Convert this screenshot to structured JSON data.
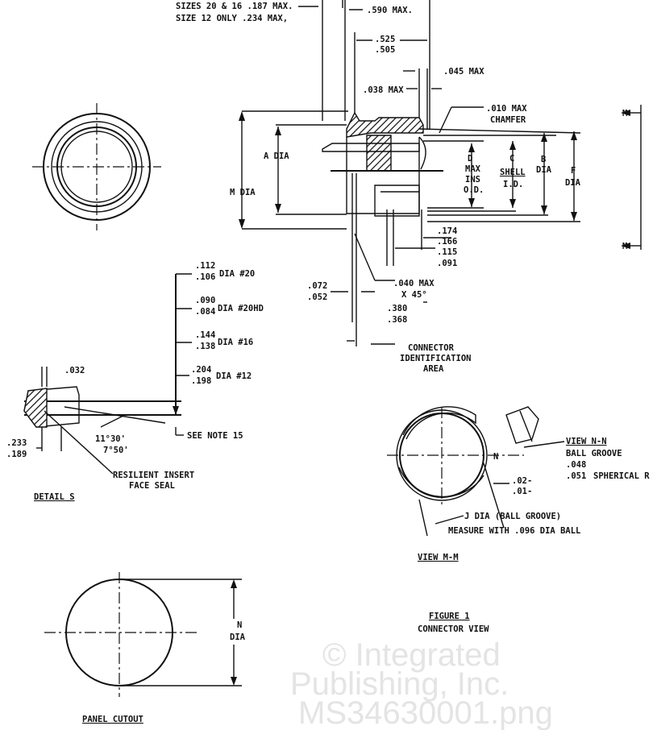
{
  "watermark": {
    "line1": "© Integrated",
    "line2": "Publishing, Inc.",
    "line3": "MS34630001.png"
  },
  "top_notes": {
    "sizes_20_16": "SIZES 20 & 16 .187 MAX.",
    "size_12": "SIZE 12 ONLY  .234 MAX,"
  },
  "dims": {
    "d590": ".590 MAX.",
    "d525": ".525",
    "d505": ".505",
    "d045": ".045 MAX",
    "d038": ".038 MAX",
    "chamfer1": ".010 MAX",
    "chamfer2": "CHAMFER",
    "a_dia": "A DIA",
    "m_dia": "M DIA",
    "d_label": "D",
    "d_max": "MAX",
    "d_ins": "INS",
    "d_od": "O.D.",
    "c_label": "C",
    "c_shell": "SHELL",
    "c_id": "I.D.",
    "b_label": "B",
    "b_dia": "DIA",
    "f_label": "F",
    "f_dia": "DIA",
    "m_top": "M",
    "m_bottom": "M",
    "d174": ".174",
    "d166": ".166",
    "d115": ".115",
    "d091": ".091",
    "d040": ".040 MAX",
    "x45": "X 45°",
    "d072": ".072",
    "d052": ".052",
    "d380": ".380",
    "d368": ".368",
    "conn1": "CONNECTOR",
    "conn2": "IDENTIFICATION",
    "conn3": "AREA"
  },
  "detail": {
    "d112": ".112",
    "d106": ".106",
    "dia20": "DIA #20",
    "d090": ".090",
    "d084": ".084",
    "dia20hd": "DIA #20HD",
    "d144": ".144",
    "d138": ".138",
    "dia16": "DIA #16",
    "d204": ".204",
    "d198": ".198",
    "dia12": "DIA #12",
    "d032": ".032",
    "d233": ".233",
    "d189": ".189",
    "ang1": "11°30'",
    "ang2": "7°50'",
    "note": "SEE NOTE 15",
    "seal1": "RESILIENT INSERT",
    "seal2": "FACE  SEAL",
    "title": "DETAIL S"
  },
  "view_mm": {
    "view_nn": "VIEW N-N",
    "groove": "BALL GROOVE",
    "d048": ".048",
    "d051": ".051",
    "spherical": "SPHERICAL R",
    "d02": ".02-",
    "d01": ".01-",
    "n_label": "N",
    "j_dia": "J DIA (BALL GROOVE)",
    "measure": "MEASURE WITH .096 DIA BALL",
    "title": "VIEW M-M"
  },
  "figure": {
    "title": "FIGURE 1",
    "subtitle": "CONNECTOR VIEW"
  },
  "panel": {
    "n": "N",
    "dia": "DIA",
    "title": "PANEL CUTOUT"
  }
}
